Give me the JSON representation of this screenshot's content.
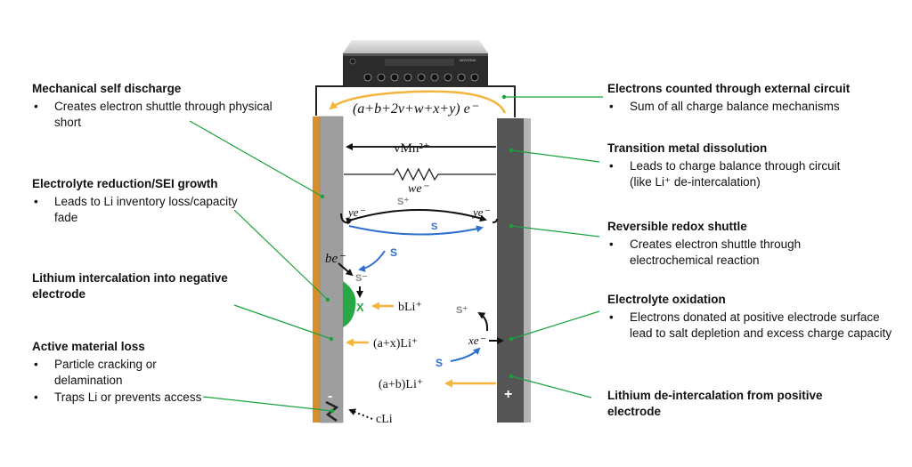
{
  "callouts": {
    "mech": {
      "title": "Mechanical self discharge",
      "bullets": [
        "Creates electron shuttle through physical short"
      ]
    },
    "sei": {
      "title": "Electrolyte reduction/SEI growth",
      "bullets": [
        "Leads to Li inventory loss/capacity fade"
      ]
    },
    "intercal": {
      "title": "Lithium intercalation into negative electrode",
      "bullets": []
    },
    "aml": {
      "title": "Active material loss",
      "bullets": [
        "Particle cracking or delamination",
        "Traps Li or prevents access"
      ]
    },
    "ext": {
      "title": "Electrons counted through external circuit",
      "bullets": [
        "Sum of all charge balance mechanisms"
      ]
    },
    "tmd": {
      "title": "Transition metal dissolution",
      "bullets": [
        "Leads to charge balance through circuit (like Li⁺ de-intercalation)"
      ]
    },
    "rrs": {
      "title": "Reversible redox shuttle",
      "bullets": [
        "Creates electron shuttle through electrochemical reaction"
      ]
    },
    "eox": {
      "title": "Electrolyte oxidation",
      "bullets": [
        "Electrons donated at positive electrode surface lead to salt depletion and excess charge capacity"
      ]
    },
    "delith": {
      "title": "Lithium de-intercalation from positive electrode",
      "bullets": []
    }
  },
  "labels": {
    "external_current": "(a+b+2v+w+x+y) e⁻",
    "mn": "vMn²⁺",
    "resistor": "we⁻",
    "s_plus_top": "S⁺",
    "s_mid": "S",
    "ye_left": "ye⁻",
    "ye_right": "ye⁻",
    "be": "be⁻",
    "s_blue_left": "S",
    "s_minus": "S⁻",
    "x_mark": "X",
    "bli": "bLi⁺",
    "axli": "(a+x)Li⁺",
    "s_plus_right": "S⁺",
    "xe": "xe⁻",
    "s_blue_right": "S",
    "abli": "(a+b)Li⁺",
    "minus": "-",
    "plus": "+",
    "cli": "cLi",
    "device": "NOVONIX"
  },
  "colors": {
    "green_leader": "#1aa33a",
    "orange": "#f5b43c",
    "blue": "#2f6fd0",
    "neg_electrode": "#9e9e9e",
    "pos_electrode": "#555555",
    "copper": "#d98e2c",
    "sei_green": "#27a844"
  }
}
